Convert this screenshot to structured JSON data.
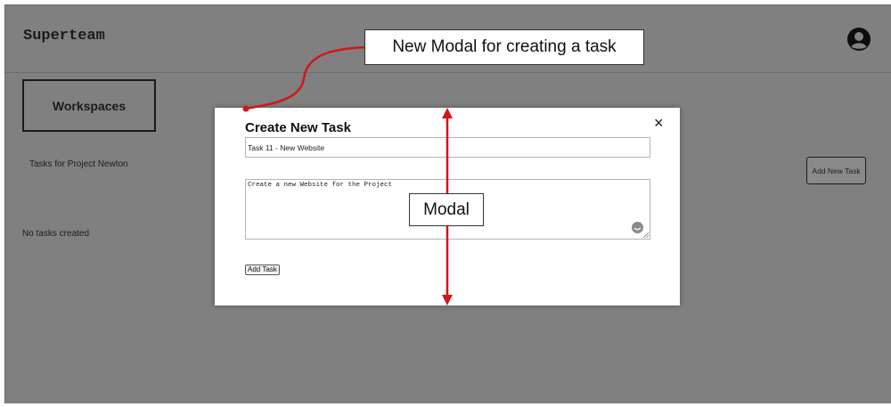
{
  "header": {
    "brand": "Superteam",
    "avatar_icon": "user-avatar-icon"
  },
  "sidebar": {
    "workspaces_label": "Workspaces"
  },
  "main": {
    "tasks_heading": "Tasks for Project Newton",
    "empty_message": "No tasks created",
    "add_new_task_label": "Add New Task"
  },
  "modal": {
    "title": "Create New Task",
    "close_icon": "×",
    "task_title_value": "Task 11 - New Website",
    "description_value": "Create a new Website for the Project",
    "add_task_label": "Add Task"
  },
  "annotations": {
    "new_modal_callout": "New Modal for creating a task",
    "modal_label": "Modal",
    "arrow_color": "#d0161b"
  },
  "colors": {
    "backdrop": "#808080",
    "modal_bg": "#ffffff",
    "accent_red": "#d0161b"
  }
}
